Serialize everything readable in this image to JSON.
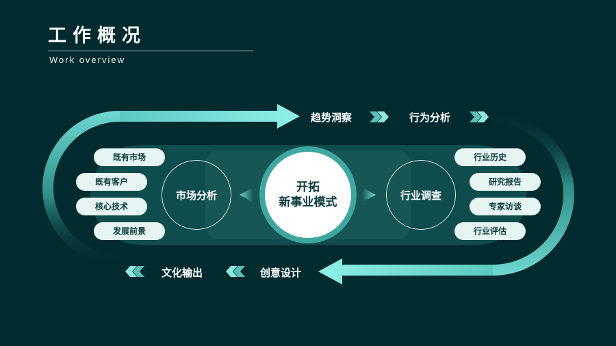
{
  "header": {
    "title": "工作概况",
    "subtitle": "Work overview"
  },
  "flow": {
    "top": [
      "趋势洞察",
      "行为分析"
    ],
    "bottom": [
      "文化输出",
      "创意设计"
    ]
  },
  "left": {
    "circle_label": "市场分析",
    "items": [
      "既有市场",
      "既有客户",
      "核心技术",
      "发展前景"
    ]
  },
  "right": {
    "circle_label": "行业调查",
    "items": [
      "行业历史",
      "研究报告",
      "专家访谈",
      "行业评估"
    ]
  },
  "core": {
    "line1": "开拓",
    "line2": "新事业模式"
  },
  "colors": {
    "background": "#022b2f",
    "accent": "#6fd8cf",
    "accent_dark": "#3fa7a0",
    "pill": "#e6f4f2",
    "text_dark": "#0d3b3d"
  }
}
